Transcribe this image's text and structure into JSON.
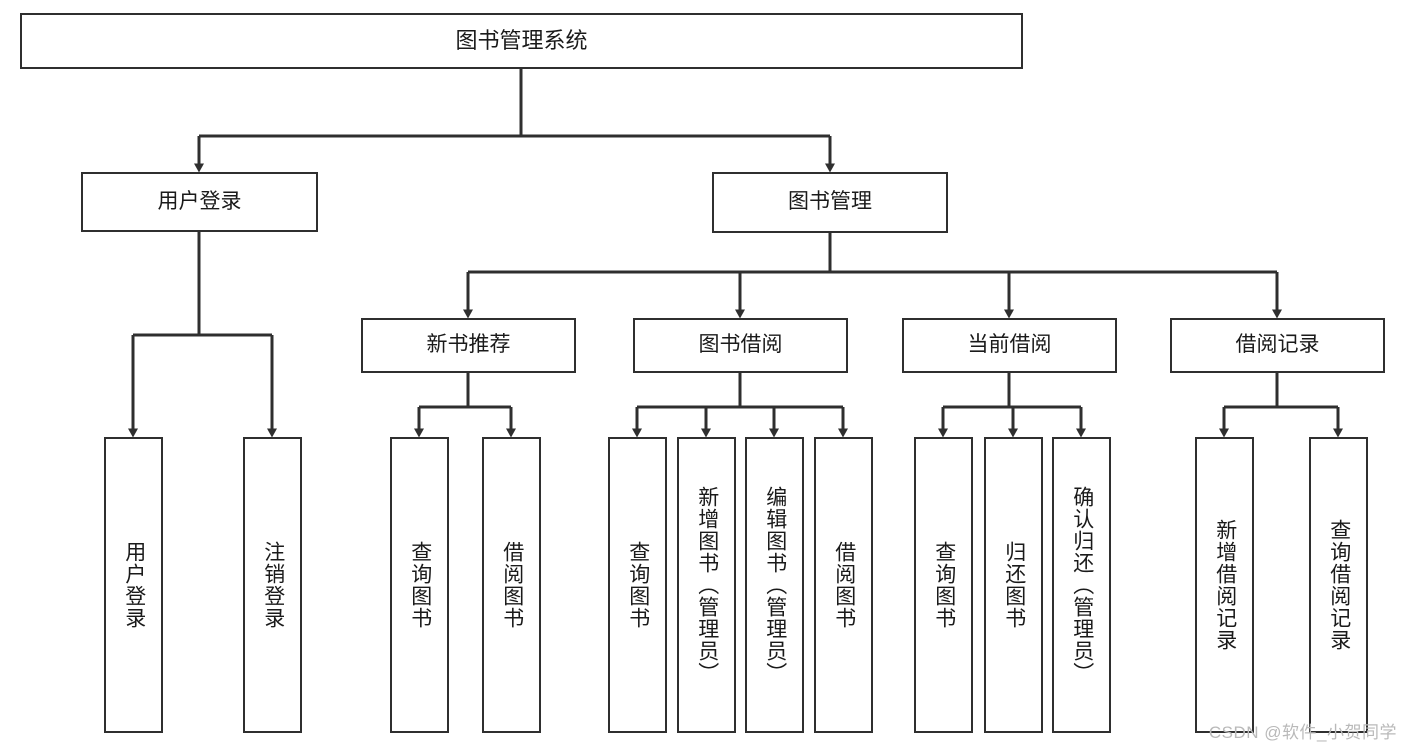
{
  "diagram": {
    "title": "图书管理系统",
    "type": "tree-hierarchy",
    "watermark": "CSDN @软件_小贺同学",
    "colors": {
      "background": "#ffffff",
      "box_border": "#2f2f2f",
      "edge_line": "#2f2f2f",
      "text": "#1a1a1a",
      "watermark": "#b9b9b9"
    },
    "root": {
      "label": "图书管理系统"
    },
    "level2": [
      {
        "label": "用户登录"
      },
      {
        "label": "图书管理"
      }
    ],
    "level3": [
      {
        "label": "新书推荐"
      },
      {
        "label": "图书借阅"
      },
      {
        "label": "当前借阅"
      },
      {
        "label": "借阅记录"
      }
    ],
    "leaves": {
      "user_login": [
        {
          "label": "用户登录"
        },
        {
          "label": "注销登录"
        }
      ],
      "new_book_recommend": [
        {
          "label": "查询图书"
        },
        {
          "label": "借阅图书"
        }
      ],
      "book_borrow": [
        {
          "label": "查询图书"
        },
        {
          "label": "新增图书（管理员）"
        },
        {
          "label": "编辑图书（管理员）"
        },
        {
          "label": "借阅图书"
        }
      ],
      "current_borrow": [
        {
          "label": "查询图书"
        },
        {
          "label": "归还图书"
        },
        {
          "label": "确认归还（管理员）"
        }
      ],
      "borrow_record": [
        {
          "label": "新增借阅记录"
        },
        {
          "label": "查询借阅记录"
        }
      ]
    }
  }
}
